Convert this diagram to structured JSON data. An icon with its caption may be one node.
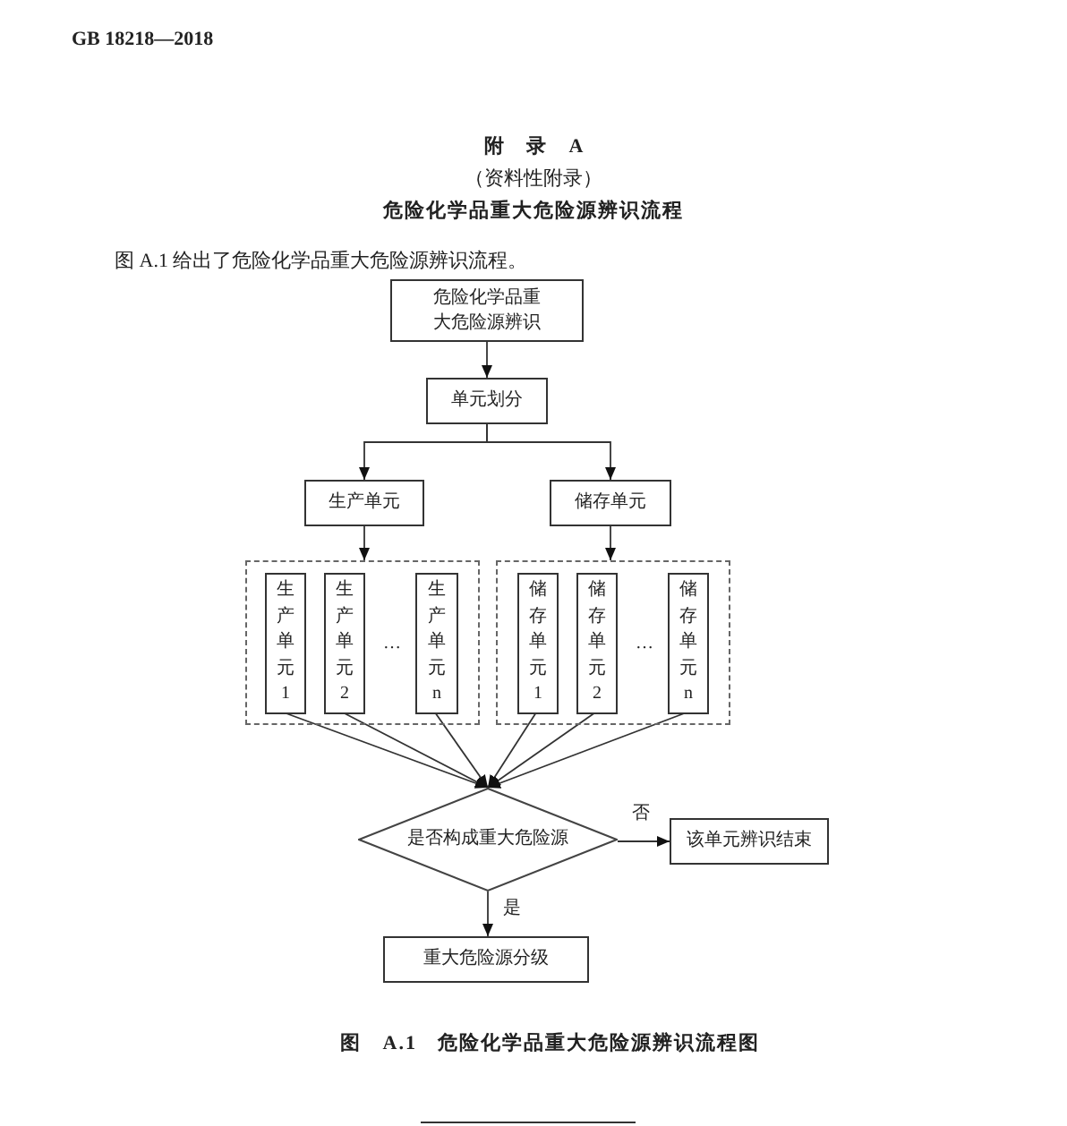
{
  "diagram": {
    "title": "危险化学品重大危险源辨识流程",
    "caption": "图 A.1 危险化学品重大危险源辨识流程图",
    "nodes": [
      {
        "text": [
          "危险化学品重大危险源辨识"
        ]
      },
      {
        "text": [
          "单元划分"
        ]
      },
      {
        "text": [
          "生产单元"
        ]
      },
      {
        "text": [
          "储存单元"
        ]
      },
      {
        "text": [],
        "shape": "box"
      },
      {
        "text": [
          "生产单元1"
        ],
        "in": 4
      },
      {
        "text": [
          "生产单元2"
        ],
        "in": 4
      },
      {
        "text": [
          "生产单元n"
        ],
        "in": 4
      },
      {
        "text": [],
        "shape": "box"
      },
      {
        "text": [
          "储存单元1"
        ],
        "in": 8
      },
      {
        "text": [
          "储存单元2"
        ],
        "in": 8
      },
      {
        "text": [
          "储存单元n"
        ],
        "in": 8
      },
      {
        "text": [
          "是否构成重大危险源"
        ]
      },
      {
        "text": [
          "该单元辨识结束"
        ]
      },
      {
        "text": [
          "重大危险源分级"
        ]
      }
    ],
    "edges": [
      {
        "from": 0,
        "to": 1,
        "arrow": "to"
      },
      {
        "from": 1,
        "to": 2,
        "arrow": "to"
      },
      {
        "from": 1,
        "to": 3,
        "arrow": "to"
      },
      {
        "from": 2,
        "to": 4,
        "arrow": "to"
      },
      {
        "from": 3,
        "to": 8,
        "arrow": "to"
      },
      {
        "from": 5,
        "to": 12,
        "arrow": "to"
      },
      {
        "from": 6,
        "to": 12,
        "arrow": "to"
      },
      {
        "from": 7,
        "to": 12,
        "arrow": "to"
      },
      {
        "from": 9,
        "to": 12,
        "arrow": "to"
      },
      {
        "from": 10,
        "to": 12,
        "arrow": "to"
      },
      {
        "from": 11,
        "to": 12,
        "arrow": "to"
      },
      {
        "from": 12,
        "to": 13,
        "label": "否",
        "arrow": "to"
      },
      {
        "from": 12,
        "to": 14,
        "label": "是",
        "arrow": "to"
      }
    ],
    "labels": [
      "GB 18218—2018",
      "附 录 A",
      "（资料性附录）",
      "图 A.1 给出了危险化学品重大危险源辨识流程。",
      "…",
      "…"
    ]
  }
}
